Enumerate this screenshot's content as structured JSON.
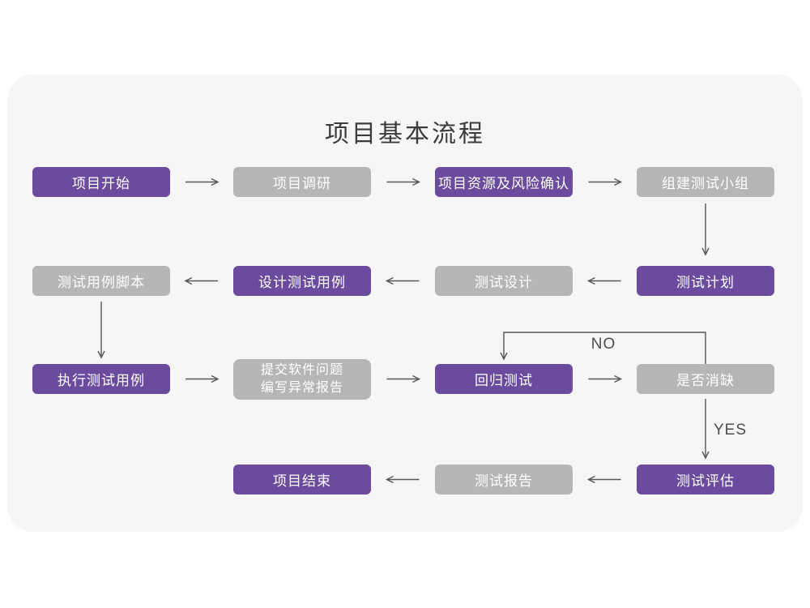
{
  "title": "项目基本流程",
  "colors": {
    "page_bg": "#ffffff",
    "card_bg": "#f6f6f6",
    "purple": "#6a4b9d",
    "gray": "#b6b6b6",
    "node_text": "#ffffff",
    "arrow": "#55585b",
    "title_text": "#3c3c3c",
    "branch_text": "#4a4d50"
  },
  "branch_labels": {
    "no": "NO",
    "yes": "YES"
  },
  "nodes": [
    {
      "label": "项目开始",
      "variant": "purple"
    },
    {
      "label": "项目调研",
      "variant": "gray"
    },
    {
      "label": "项目资源及风险确认",
      "variant": "purple"
    },
    {
      "label": "组建测试小组",
      "variant": "gray"
    },
    {
      "label": "测试计划",
      "variant": "purple"
    },
    {
      "label": "测试设计",
      "variant": "gray"
    },
    {
      "label": "设计测试用例",
      "variant": "purple"
    },
    {
      "label": "测试用例脚本",
      "variant": "gray"
    },
    {
      "label": "执行测试用例",
      "variant": "purple"
    },
    {
      "label": "提交软件问题\n编写异常报告",
      "variant": "gray"
    },
    {
      "label": "回归测试",
      "variant": "purple"
    },
    {
      "label": "是否消缺",
      "variant": "gray"
    },
    {
      "label": "测试评估",
      "variant": "purple"
    },
    {
      "label": "测试报告",
      "variant": "gray"
    },
    {
      "label": "项目结束",
      "variant": "purple"
    }
  ]
}
